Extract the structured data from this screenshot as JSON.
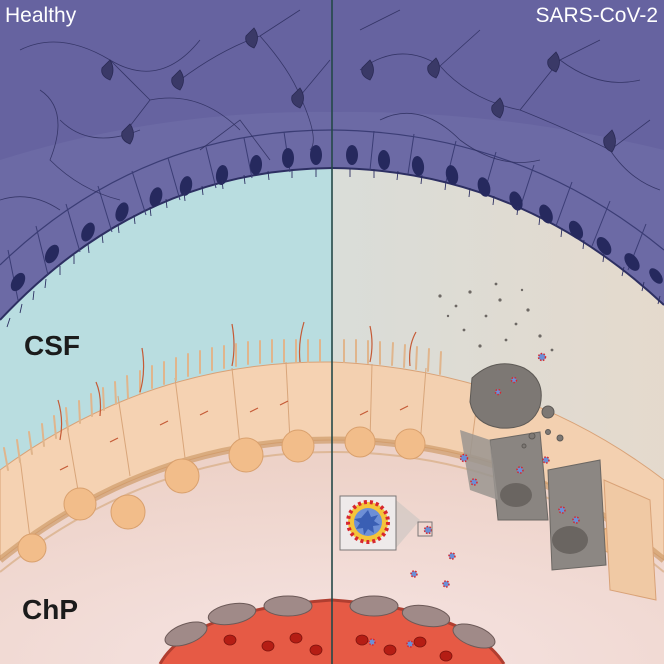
{
  "labels": {
    "left_condition": "Healthy",
    "right_condition": "SARS-CoV-2",
    "csf": "CSF",
    "chp": "ChP"
  },
  "icons": {
    "neuron": "pyramidal-neuron-icon",
    "virus": "virus-particle-icon",
    "debris": "cell-debris-icon",
    "rbc": "red-blood-cell-icon"
  },
  "colors": {
    "brain": "#6c6aa5",
    "ependyma_nucleus": "#26295e",
    "csf": "#b9dde0",
    "epithelium": "#f5d2b2",
    "stroma": "#f1dcd8",
    "blood": "#e14a3b",
    "virus_spike": "#d7262e",
    "virus_core": "#6d8fd6"
  }
}
